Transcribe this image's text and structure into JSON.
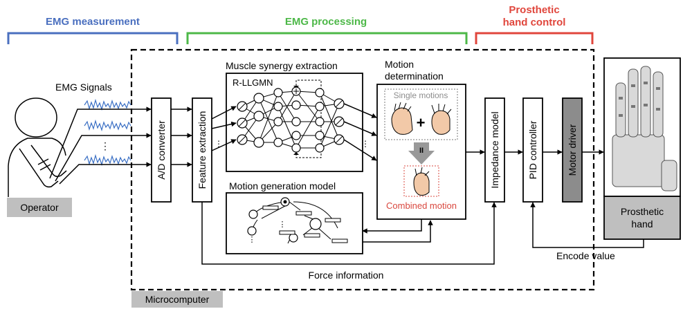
{
  "sections": {
    "measurement": "EMG measurement",
    "processing": "EMG processing",
    "control_line1": "Prosthetic",
    "control_line2": "hand control"
  },
  "colors": {
    "measurement": "#4a6fbf",
    "processing": "#4db848",
    "control": "#e0463c",
    "signal": "#3a6fc4",
    "gray_box": "#bfbfbf",
    "dark_gray_box": "#8c8c8c",
    "highlight_red": "#d9473e"
  },
  "labels": {
    "emg_signals": "EMG Signals",
    "operator": "Operator",
    "ad_converter": "A/D converter",
    "feature_extraction": "Feature extraction",
    "muscle_synergy": "Muscle synergy extraction",
    "rllgmn": "R-LLGMN",
    "motion_det_line1": "Motion",
    "motion_det_line2": "determination",
    "single_motions": "Single motions",
    "combined_motion": "Combined motion",
    "motion_generation": "Motion generation model",
    "impedance_model": "Impedance model",
    "pid_controller": "PID controller",
    "motor_driver": "Motor driver",
    "prosthetic_line1": "Prosthetic",
    "prosthetic_line2": "hand",
    "encode_value": "Encode value",
    "force_information": "Force information",
    "microcomputer": "Microcomputer",
    "plus": "+",
    "equals": "II",
    "dots": "⋮"
  }
}
